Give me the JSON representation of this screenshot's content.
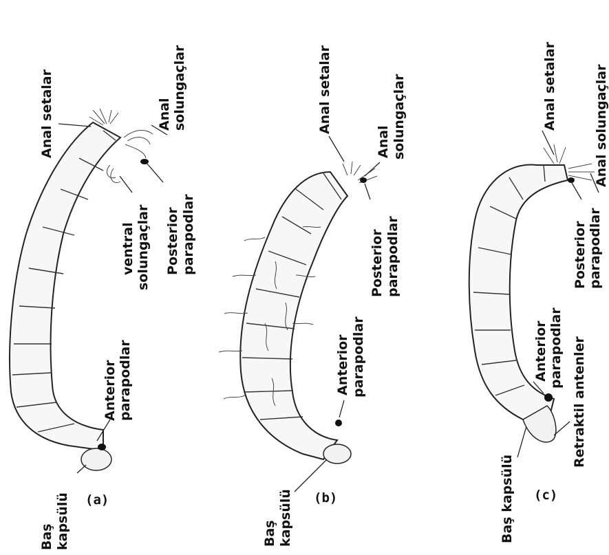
{
  "panels": {
    "a": {
      "panel_label": "(a)",
      "anal_setae": "Anal setalar",
      "anal_gills_line1": "Anal",
      "anal_gills_line2": "solungaçlar",
      "ventral_gills_line1": "ventral",
      "ventral_gills_line2": "solungaçlar",
      "posterior_prolegs_line1": "Posterior",
      "posterior_prolegs_line2": "parapodlar",
      "anterior_prolegs_line1": "Anterior",
      "anterior_prolegs_line2": "parapodlar",
      "head_capsule_line1": "Baş",
      "head_capsule_line2": "kapsülü"
    },
    "b": {
      "panel_label": "(b)",
      "anal_setae": "Anal setalar",
      "anal_gills_line1": "Anal",
      "anal_gills_line2": "solungaçlar",
      "posterior_prolegs_line1": "Posterior",
      "posterior_prolegs_line2": "parapodlar",
      "anterior_prolegs_line1": "Anterior",
      "anterior_prolegs_line2": "parapodlar",
      "head_capsule_line1": "Baş",
      "head_capsule_line2": "kapsülü"
    },
    "c": {
      "panel_label": "(c)",
      "anal_setae": "Anal setalar",
      "anal_gills": "Anal solungaçlar",
      "posterior_prolegs_line1": "Posterior",
      "posterior_prolegs_line2": "parapodlar",
      "anterior_prolegs_line1": "Anterior",
      "anterior_prolegs_line2": "parapodlar",
      "retractile_antennae": "Retraktil antenler",
      "head_capsule": "Baş kapsülü"
    }
  }
}
